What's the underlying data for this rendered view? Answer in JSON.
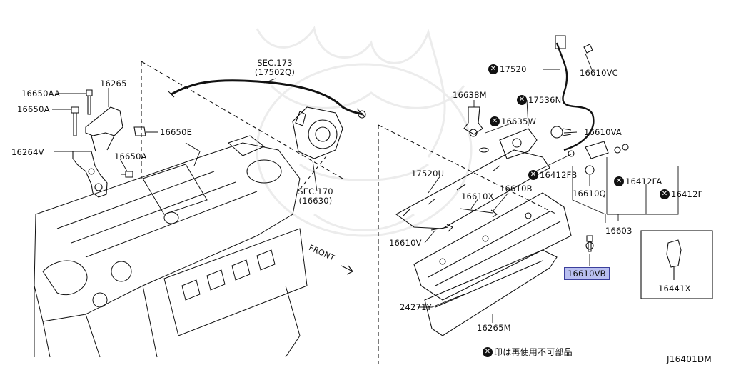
{
  "diagram": {
    "code": "J16401DM",
    "note_text": "印は再使用不可部品",
    "front_label": "FRONT",
    "highlight_color": "#b9bff0",
    "highlight_border": "#3b3f9c",
    "x_mark_icon": "circled-x-icon",
    "sections": [
      {
        "line1": "SEC.173",
        "line2": "(17502Q)"
      },
      {
        "line1": "SEC.170",
        "line2": "(16630)"
      }
    ],
    "labels": {
      "p16650AA": "16650AA",
      "p16265": "16265",
      "p16650A_top": "16650A",
      "p16650E": "16650E",
      "p16264V": "16264V",
      "p16650A_bottom": "16650A",
      "p17520": "17520",
      "p16610VC": "16610VC",
      "p16638M": "16638M",
      "p17536N": "17536N",
      "p16635W": "16635W",
      "p16610VA": "16610VA",
      "p17520U": "17520U",
      "p16412FB": "16412FB",
      "p16412FA": "16412FA",
      "p16412F": "16412F",
      "p16610X": "16610X",
      "p16610B": "16610B",
      "p16610Q": "16610Q",
      "p16610V": "16610V",
      "p16603": "16603",
      "p16610VB": "16610VB",
      "p16441X": "16441X",
      "p24271Y": "24271Y",
      "p16265M": "16265M"
    }
  }
}
